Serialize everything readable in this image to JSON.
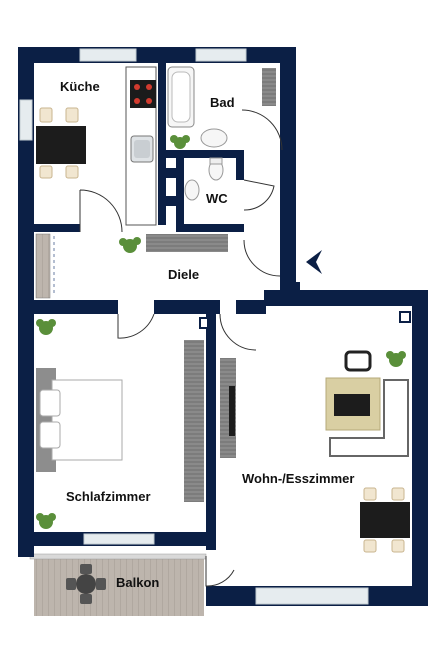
{
  "colors": {
    "wall": "#0b1f45",
    "window": "#e6ecef",
    "wood": "#b9b1a8",
    "furniture_dark": "#222222",
    "chair": "#f1e6d0",
    "plant": "#5a8f3a",
    "gray": "#7b7b7b"
  },
  "rooms": {
    "kitchen": "Küche",
    "bath": "Bad",
    "wc": "WC",
    "hall": "Diele",
    "bedroom": "Schlafzimmer",
    "living": "Wohn-/Esszimmer",
    "balcony": "Balkon"
  },
  "icons": [
    "plant-icon",
    "entrance-arrow-icon",
    "stove-icon",
    "sink-icon",
    "bathtub-icon",
    "toilet-icon",
    "bed-icon",
    "sofa-icon",
    "tv-icon",
    "table-icon"
  ]
}
